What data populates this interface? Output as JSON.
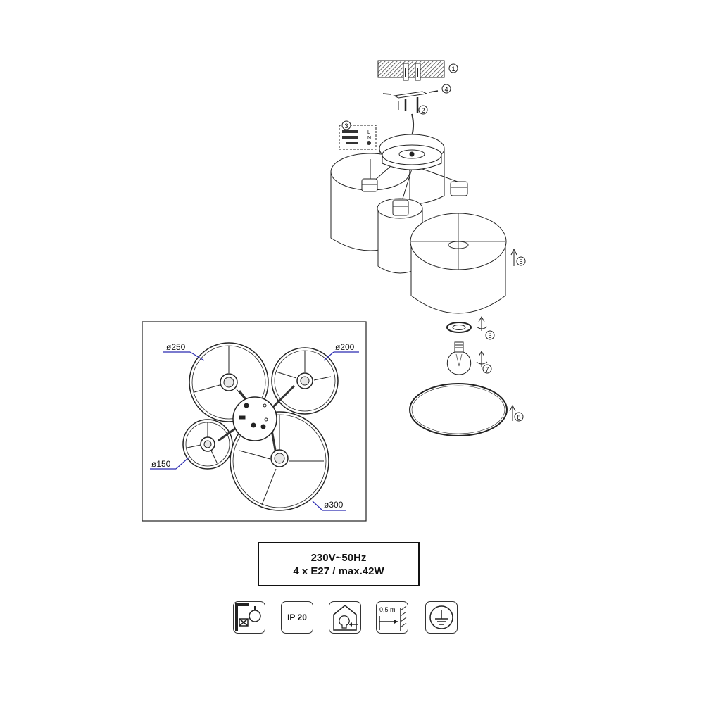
{
  "step_numbers": [
    "1",
    "2",
    "3",
    "4",
    "5",
    "6",
    "7",
    "8"
  ],
  "wiring_labels": {
    "live": "L",
    "neutral": "N"
  },
  "dimensions": {
    "d250": "ø250",
    "d200": "ø200",
    "d150": "ø150",
    "d300": "ø300"
  },
  "spec": {
    "voltage": "230V~50Hz",
    "bulbs": "4 x E27 / max.42W"
  },
  "icons": {
    "ceiling_only": "ceiling-mount-only-icon",
    "ip_rating": "IP 20",
    "indoor": "indoor-use-icon",
    "distance_label": "0,5 m",
    "ground": "protective-earth-icon"
  }
}
